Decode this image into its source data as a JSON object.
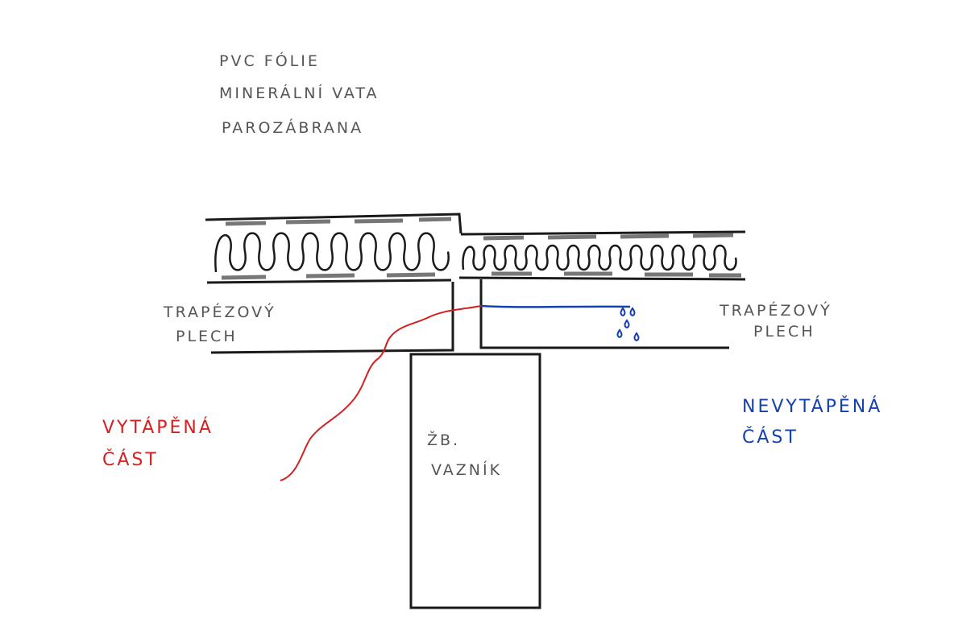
{
  "legend": {
    "items": [
      "PVC FÓLIE",
      "MINERÁLNÍ VATA",
      "PAROZÁBRANA"
    ]
  },
  "labels": {
    "left_sheet_line1": "TRAPÉZOVÝ",
    "left_sheet_line2": "PLECH",
    "right_sheet_line1": "TRAPÉZOVÝ",
    "right_sheet_line2": "PLECH",
    "beam_line1": "ŽB.",
    "beam_line2": "VAZNÍK",
    "heated_line1": "VYTÁPĚNÁ",
    "heated_line2": "ČÁST",
    "unheated_line1": "NEVYTÁPĚNÁ",
    "unheated_line2": "ČÁST"
  },
  "colors": {
    "ink": "#1a1a1a",
    "pencil": "#666666",
    "heated": "#d42020",
    "unheated": "#1540b0"
  }
}
